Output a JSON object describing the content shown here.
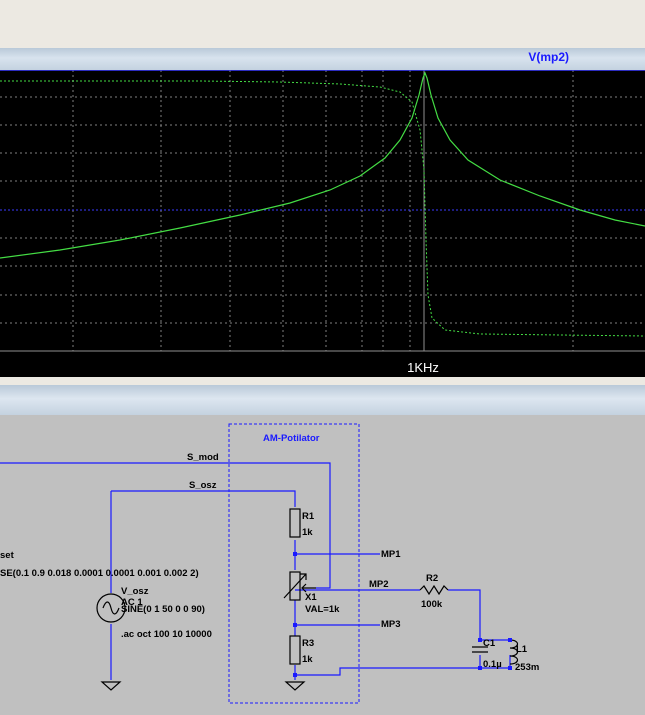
{
  "plot_pane": {
    "trace_label": "V(mp2)",
    "x_tick_label": "1KHz",
    "colors": {
      "background": "#000000",
      "grid": "#808080",
      "trace": "#44dd44",
      "cursor": "#3a3aff"
    }
  },
  "schematic": {
    "block_title": "AM-Potilator",
    "nets": [
      "S_mod",
      "S_osz",
      "MP1",
      "MP2",
      "MP3"
    ],
    "components": {
      "r1": {
        "name": "R1",
        "value": "1k"
      },
      "r2": {
        "name": "R2",
        "value": "100k"
      },
      "r3": {
        "name": "R3",
        "value": "1k"
      },
      "x1": {
        "name": "X1",
        "value": "VAL=1k"
      },
      "c1": {
        "name": "C1",
        "value": "0.1µ"
      },
      "l1": {
        "name": "L1",
        "value": "253m"
      },
      "vosz": {
        "name": "V_osz",
        "ac": "AC 1",
        "source": "SINE(0 1 50 0 0 90)"
      }
    },
    "left_cut_text_1": "set",
    "left_cut_text_2": "SE(0.1 0.9 0.018 0.0001 0.0001 0.001 0.002 2)",
    "ac_directive": ".ac oct 100 10 10000"
  }
}
